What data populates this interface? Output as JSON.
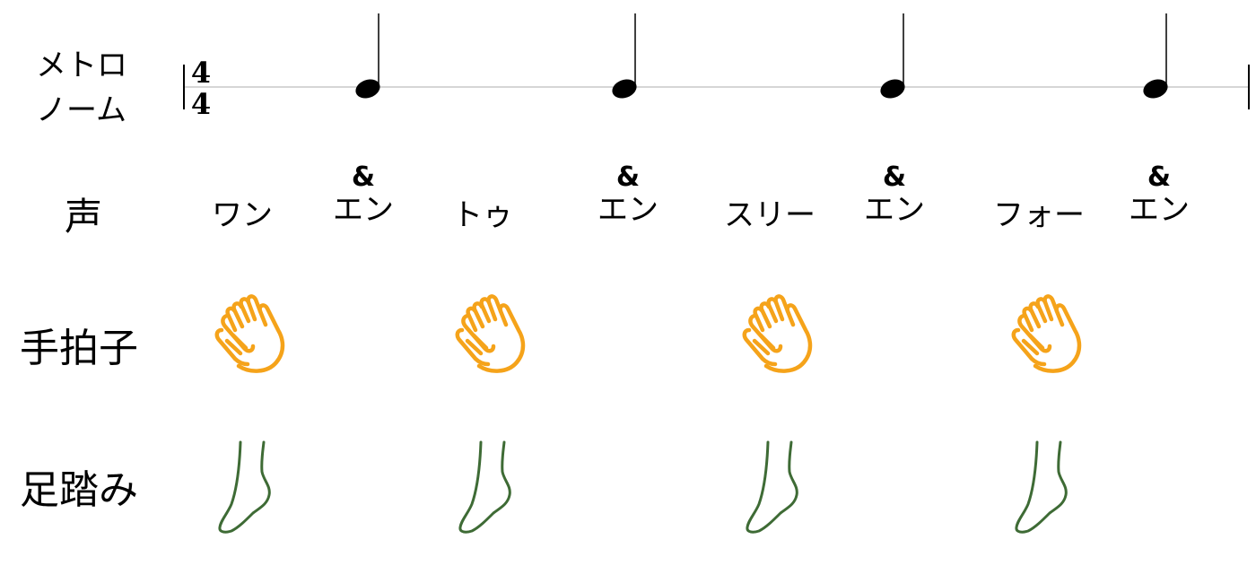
{
  "labels": {
    "metronome_line1": "メトロ",
    "metronome_line2": "ノーム",
    "voice": "声",
    "clap": "手拍子",
    "step": "足踏み"
  },
  "time_signature": {
    "top": "4",
    "bottom": "4"
  },
  "beats": [
    {
      "count": "ワン",
      "and_symbol": "&",
      "and_word": "エン"
    },
    {
      "count": "トゥ",
      "and_symbol": "&",
      "and_word": "エン"
    },
    {
      "count": "スリー",
      "and_symbol": "&",
      "and_word": "エン"
    },
    {
      "count": "フォー",
      "and_symbol": "&",
      "and_word": "エン"
    }
  ],
  "icons": {
    "note": "quarter-note",
    "clap": "clapping-hands-icon",
    "step": "foot-icon"
  },
  "colors": {
    "clap": "#F5A31A",
    "step": "#3E6B35",
    "staff_line": "#c8c8c8",
    "note": "#000000"
  }
}
